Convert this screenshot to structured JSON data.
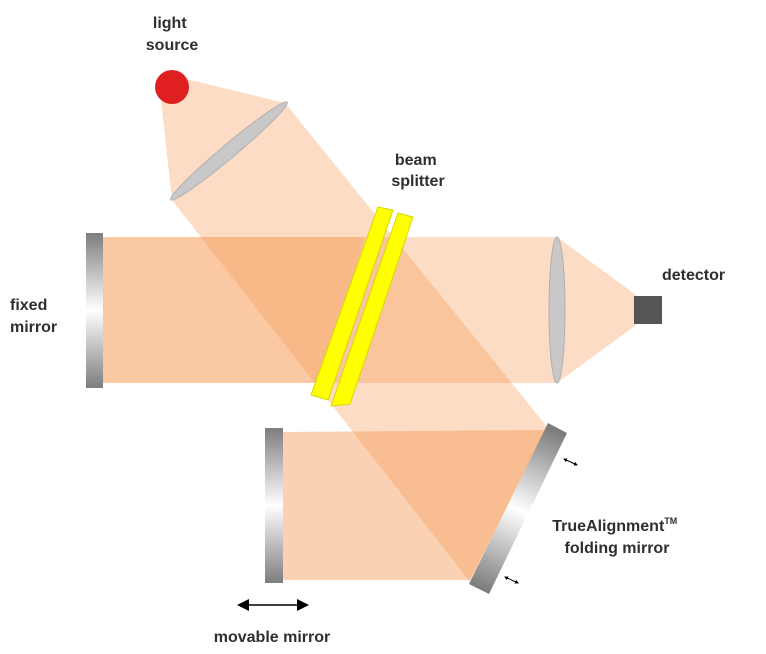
{
  "labels": {
    "light_source": [
      "light",
      "source"
    ],
    "beam_splitter": [
      "beam",
      "splitter"
    ],
    "detector": "detector",
    "fixed_mirror": [
      "fixed",
      "mirror"
    ],
    "folding_mirror": [
      "TrueAlignment",
      "TM",
      "folding mirror"
    ],
    "movable_mirror": "movable mirror"
  },
  "colors": {
    "beam": "#f59a55",
    "light_source": "#e02020",
    "beam_splitter": "#ffff00",
    "lens": "#c8c8c8",
    "mirror": "#8a8a8a",
    "detector": "#555555",
    "text": "#2f2f2f"
  }
}
